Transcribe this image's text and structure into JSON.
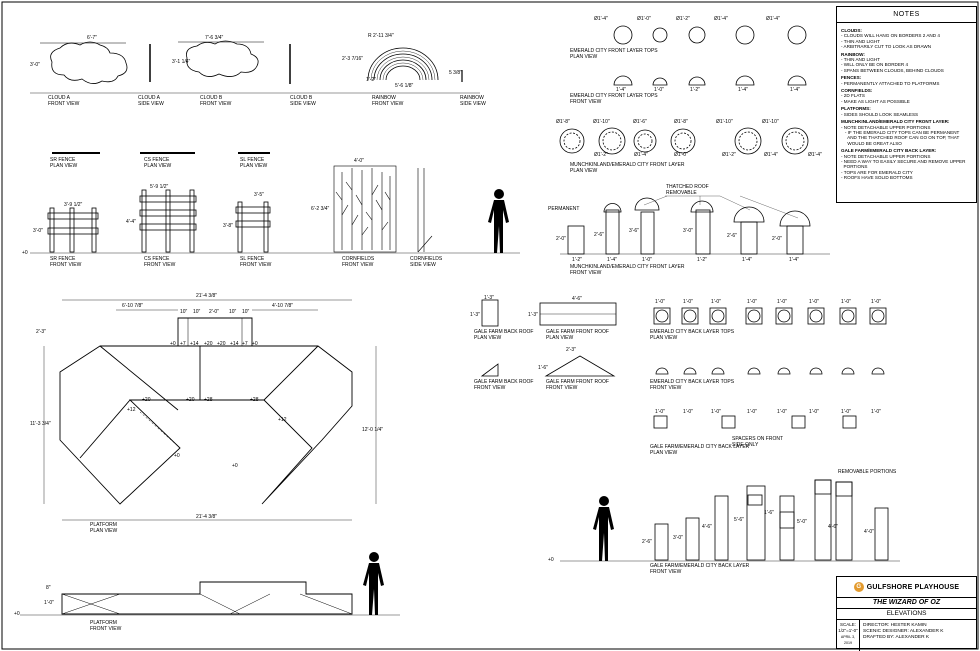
{
  "notes": {
    "title": "NOTES",
    "sections": [
      {
        "heading": "CLOUDS:",
        "lines": [
          "- CLOUDS WILL HANG ON BORDERS 2 AND 4",
          "- THIN AND LIGHT",
          "- ARBITRARILY CUT TO LOOK AS DRAWN"
        ]
      },
      {
        "heading": "RAINBOW:",
        "lines": [
          "- THIN AND LIGHT",
          "- WILL ONLY BE ON BORDER 4",
          "- SPANS BETWEEN CLOUDS, BEHIND CLOUDS"
        ]
      },
      {
        "heading": "FENCES:",
        "lines": [
          "- PERMANENTLY ATTACHED TO PLATFORMS"
        ]
      },
      {
        "heading": "CORNFIELDS:",
        "lines": [
          "- 2D FLATS",
          "- MAKE AS LIGHT AS POSSIBLE"
        ]
      },
      {
        "heading": "PLATFORMS:",
        "lines": [
          "- SIDES SHOULD LOOK SEAMLESS"
        ]
      },
      {
        "heading": "MUNCHKINLAND/EMERALD CITY FRONT LAYER:",
        "lines": [
          "- NOTE DETACHABLE UPPER PORTIONS",
          "   - IF THE EMERALD CITY TOPS CAN BE PERMANENT",
          "     AND THE THATCHED ROOF CAN GO ON TOP, THAT",
          "     WOULD BE GREAT ALSO"
        ]
      },
      {
        "heading": "GALE FARM/EMERALD CITY BACK LAYER:",
        "lines": [
          "- NOTE DETACHABLE UPPER PORTIONS",
          "- NEED A WAY TO EASILY SECURE AND REMOVE UPPER",
          "  PORTIONS",
          "- TOPS ARE FOR EMERALD CITY",
          "- ROOFS HAVE SOLID BOTTOMS"
        ]
      }
    ]
  },
  "title_block": {
    "logo_mark": "G",
    "company": "GULFSHORE PLAYHOUSE",
    "show": "THE WIZARD OF OZ",
    "sheet": "ELEVATIONS",
    "scale_label": "SCALE:",
    "scale_value": "1/2\"=1'-0\"",
    "date": "APRIL 3, 2019",
    "director": "DIRECTOR: HESTER KAMIN",
    "designer": "SCENIC DESIGNER: ALEXANDER K",
    "drafter": "DRAFTED BY: ALEXANDER K"
  },
  "clouds": {
    "cloud_a": {
      "width": "6'-7\"",
      "height": "3'-0\"",
      "front": "CLOUD A\nFRONT VIEW",
      "side": "CLOUD A\nSIDE VIEW"
    },
    "cloud_b": {
      "width": "7'-6 3/4\"",
      "height": "3'-1 1/4\"",
      "front": "CLOUD B\nFRONT VIEW",
      "side": "CLOUD B\nSIDE VIEW"
    },
    "rainbow": {
      "radius": "R 2'-11 3/4\"",
      "height": "2'-3 7/16\"",
      "width": "5'-6 1/8\"",
      "band": "1'-2\"",
      "thick": "5 3/8\"",
      "front": "RAINBOW\nFRONT VIEW",
      "side": "RAINBOW\nSIDE VIEW"
    }
  },
  "fences": {
    "sr_plan": "SR FENCE\nPLAN VIEW",
    "cs_plan": "CS FENCE\nPLAN VIEW",
    "sl_plan": "SL FENCE\nPLAN VIEW",
    "sr_front": "SR FENCE\nFRONT VIEW",
    "cs_front": "CS FENCE\nFRONT VIEW",
    "sl_front": "SL FENCE\nFRONT VIEW",
    "sr_w": "3'-9 1/2\"",
    "sr_h": "3'-0\"",
    "cs_w": "5'-9 1/2\"",
    "cs_h": "4'-4\"",
    "sl_w": "3'-5\"",
    "sl_h": "3'-8\"",
    "zero": "+0"
  },
  "cornfields": {
    "width": "4'-0\"",
    "height": "6'-2 3/4\"",
    "front": "CORNFIELDS\nFRONT VIEW",
    "side": "CORNFIELDS\nSIDE VIEW"
  },
  "emerald_tops": {
    "plan": "EMERALD CITY FRONT LAYER TOPS\nPLAN VIEW",
    "front": "EMERALD CITY FRONT LAYER TOPS\nFRONT VIEW",
    "dims": [
      "Ø1'-4\"",
      "Ø1'-0\"",
      "Ø1'-2\"",
      "Ø1'-4\"",
      "Ø1'-4\""
    ],
    "front_dims": [
      "1'-4\"",
      "1'-0\"",
      "1'-2\"",
      "1'-4\"",
      "1'-4\""
    ]
  },
  "munchkin": {
    "plan": "MUNCHKINLAND/EMERALD CITY FRONT LAYER\nPLAN VIEW",
    "front": "MUNCHKINLAND/EMERALD CITY FRONT LAYER\nFRONT VIEW",
    "outer": [
      "Ø1'-8\"",
      "Ø1'-10\"",
      "Ø1'-6\"",
      "Ø1'-8\"",
      "Ø1'-10\"",
      "Ø1'-10\""
    ],
    "inner": [
      "Ø1'-2\"",
      "Ø1'-4\"",
      "Ø1'-0\"",
      "Ø1'-2\"",
      "Ø1'-4\"",
      "Ø1'-4\""
    ],
    "permanent": "PERMANENT",
    "thatched": "THATCHED ROOF\nREMOVABLE",
    "heights": [
      "2'-0\"",
      "2'-6\"",
      "3'-6\"",
      "3'-0\"",
      "2'-6\"",
      "2'-0\""
    ],
    "widths": [
      "1'-2\"",
      "1'-4\"",
      "1'-0\"",
      "1'-2\"",
      "1'-4\"",
      "1'-4\""
    ]
  },
  "platform": {
    "plan": "PLATFORM\nPLAN VIEW",
    "front": "PLATFORM\nFRONT VIEW",
    "overall": "21'-4 3/8\"",
    "depth": "11'-3 3/4\"",
    "right_h": "12'-0 1/4\"",
    "top_left": "6'-10 7/8\"",
    "top_right": "4'-10 7/8\"",
    "segs": [
      "10\"",
      "10\"",
      "2'-0\"",
      "10\"",
      "10\""
    ],
    "step": "2'-3\"",
    "heights": [
      "+0",
      "+7",
      "+14",
      "+20",
      "+20",
      "+14",
      "+7",
      "+0"
    ],
    "mid": [
      "+20",
      "+20",
      "+28",
      "+28"
    ],
    "ends": [
      "+12",
      "+12",
      "+0",
      "+0"
    ],
    "front_h": [
      "8\"",
      "1'-0\""
    ],
    "zero": "+0"
  },
  "gale": {
    "back_plan": "GALE FARM BACK ROOF\nPLAN VIEW",
    "front_plan": "GALE FARM FRONT ROOF\nPLAN VIEW",
    "back_front": "GALE FARM BACK ROOF\nFRONT VIEW",
    "front_front": "GALE FARM FRONT ROOF\nFRONT VIEW",
    "bw": "1'-3\"",
    "bh": "1'-3\"",
    "fw": "4'-6\"",
    "fh": "1'-3\"",
    "gable_w": "2'-3\"",
    "gable_h": "1'-6\""
  },
  "back_layer": {
    "tops_plan": "EMERALD CITY BACK LAYER TOPS\nPLAN VIEW",
    "tops_front": "EMERALD CITY BACK LAYER TOPS\nFRONT VIEW",
    "plan": "GALE FARM/EMERALD CITY BACK LAYER\nPLAN VIEW",
    "front": "GALE FARM/EMERALD CITY BACK LAYER\nFRONT VIEW",
    "spacing": "SPACERS ON FRONT\nSIDE ONLY",
    "removable": "REMOVABLE PORTIONS",
    "dim": "1'-0\"",
    "heights": [
      "2'-6\"",
      "3'-0\"",
      "4'-6\"",
      "5'-6\"",
      "1'-6\"",
      "5'-0\"",
      "4'-6\"",
      "4'-0\""
    ],
    "zero": "+0"
  }
}
